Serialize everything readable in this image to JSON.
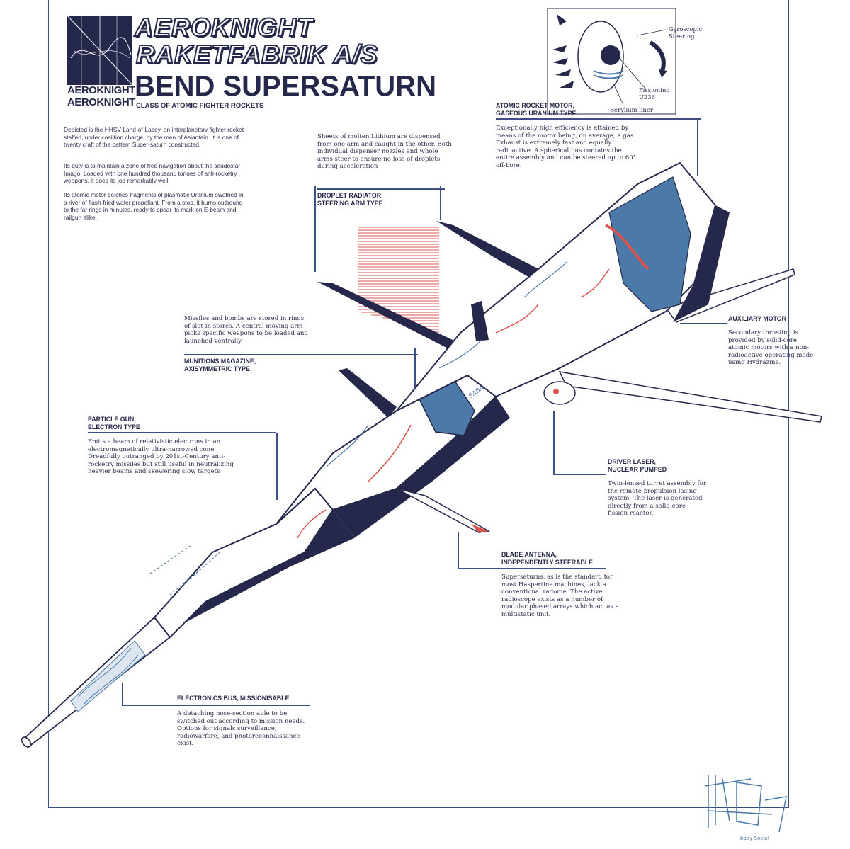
{
  "header": {
    "logo_word_1": "AEROKNIGHT",
    "logo_word_2": "AEROKNIGHT",
    "title_line_1": "AEROKNIGHT",
    "title_line_2": "RAKETFABRIK A/S",
    "title_line_3": "BEND SUPERSATURN",
    "subtitle": "CLASS OF ATOMIC FIGHTER ROCKETS"
  },
  "intro": [
    "Depicted is the HHSV Land-of-Lacey, an interplanetary fighter rocket staffed, under coalition charge, by the men of Asiantain. It is one of twenty craft of the pattern Super-saturn constructed.",
    "Its duty is to maintain a zone of free navigation about the seudostar Imago. Loaded with one hundred thousand tonnes of anti-rocketry weapons, it does its job remarkably well.",
    "Its atomic motor belches fragments of plasmatic Uranium swathed in a river of flash-fried water propellant. From a stop, it burns outbound to the far rings in minutes, ready to spear its mark on E-beam and railgun alike."
  ],
  "inset": {
    "labels": {
      "gyroscopic": "Gyroscopic\nSteering",
      "fissioning": "Fissioning\nU236",
      "beryllium": "Berylium liner"
    }
  },
  "callouts": {
    "atomic_motor": {
      "heading": [
        "ATOMIC ROCKET MOTOR,",
        "GASEOUS URANIUM TYPE"
      ],
      "text": "Exceptionally high efficiency is attained by means of the motor being, on average, a gas. Exhaust is extremely fast and equally radioactive. A spherical bus contains the entire assembly and can be steered up to 60° off-bore."
    },
    "droplet_radiator": {
      "pre_text": "Sheets of molten Lithium are dispensed from one arm and caught in the other. Both individual dispenser nozzles and whole arms steer to ensure no loss of droplets during acceleration",
      "heading": [
        "DROPLET RADIATOR,",
        "STEERING ARM TYPE"
      ]
    },
    "munitions": {
      "pre_text": "Missiles and bombs are stored in rings of slot-in stores. A central moving arm picks specific weapons to be loaded and launched ventrally",
      "heading": [
        "MUNITIONS MAGAZINE,",
        "AXISYMMETRIC TYPE"
      ]
    },
    "auxiliary": {
      "heading": [
        "AUXILIARY MOTOR"
      ],
      "text": "Secondary thrusting is provided by solid-core atomic motors with a non-radioactive operating mode using Hydrazine."
    },
    "particle_gun": {
      "heading": [
        "PARTICLE GUN,",
        "ELECTRON TYPE"
      ],
      "text": "Emits a beam of relativistic electrons in an electromagnetically ultra-narrowed cone. Dreadfully outranged by 201st-Century anti-rocketry missiles but still useful in neutralizing heavier beams and skewering slow targets"
    },
    "driver_laser": {
      "heading": [
        "DRIVER LASER,",
        "NUCLEAR PUMPED"
      ],
      "text": "Twin-lensed turret assembly for the remote propulsion lasing system. The laser is generated directly from a solid-core fission reactor."
    },
    "blade_antenna": {
      "heading": [
        "BLADE ANTENNA,",
        "INDEPENDENTLY STEERABLE"
      ],
      "text": "Supersaturns, as is the standard for most Haspertine machines, lack a conventional radome. The active radioscope exists as a number of modular phased arrays which act as a multistatic unit."
    },
    "electronics": {
      "heading": [
        "ELECTRONICS BUS, MISSIONISABLE"
      ],
      "text": "A detaching nose-section able to be switched out according to mission needs. Options for signals surveillance, radiowarfare, and photoreconnaissance exist."
    }
  },
  "hull_markings": [
    "SABA",
    "SABA"
  ],
  "colors": {
    "ink": "#25284a",
    "line": "#3b4f86",
    "steel_blue": "#4b79a8",
    "red": "#d9534f"
  }
}
